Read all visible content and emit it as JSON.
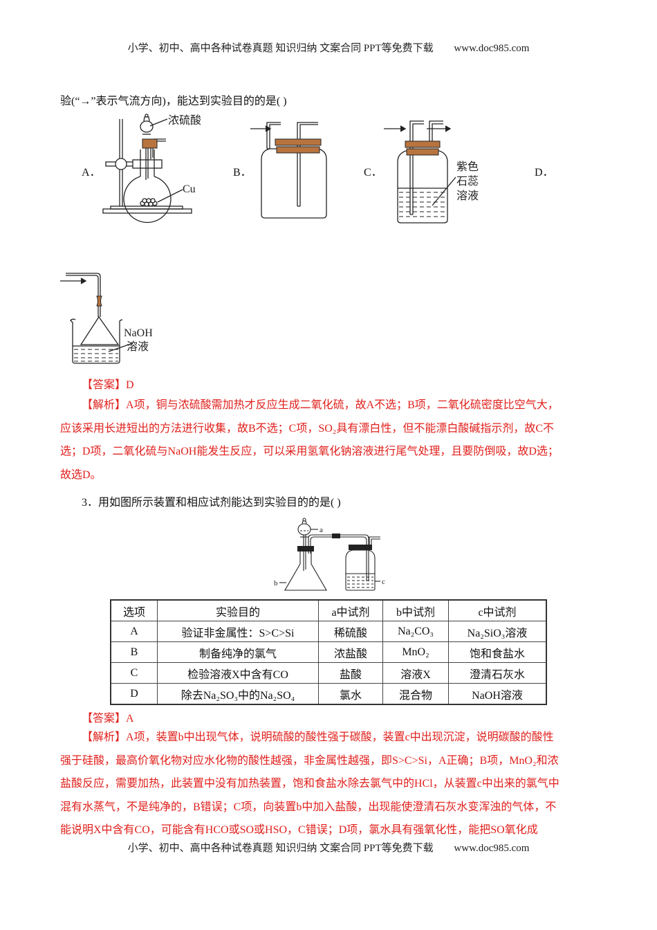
{
  "header": {
    "text": "小学、初中、高中各种试卷真题 知识归纳 文案合同 PPT等免费下载",
    "site": "www.doc985.com"
  },
  "footer": {
    "text": "小学、初中、高中各种试卷真题 知识归纳 文案合同 PPT等免费下载",
    "site": "www.doc985.com"
  },
  "q2": {
    "stem_tail": "验(“→”表示气流方向)，能达到实验目的的是(    )",
    "options": [
      {
        "label": "A．",
        "figure": "flask-with-funnel",
        "annotations": [
          "浓硫酸",
          "Cu"
        ]
      },
      {
        "label": "B．",
        "figure": "gas-bottle-short-in-long-out",
        "annotations": []
      },
      {
        "label": "C．",
        "figure": "gas-bottle-with-litmus",
        "annotations": [
          "紫色",
          "石蕊",
          "溶液"
        ]
      },
      {
        "label": "D．",
        "figure": "beaker-inverted-funnel",
        "annotations": [
          "NaOH",
          "溶液"
        ]
      }
    ],
    "answer_label": "【答案】",
    "answer": "D",
    "analysis_label": "【解析】",
    "analysis": [
      "A项，铜与浓硫酸需加热才反应生成二氧化硫，故A不选；B项，二氧化硫密度比空气大，",
      "应该采用长进短出的方法进行收集，故B不选；C项，SO₂具有漂白性，但不能漂白酸碱指示剂，故C不",
      "选；D项，二氧化硫与NaOH能发生反应，可以采用氢氧化钠溶液进行尾气处理，且要防倒吸，故D选；",
      "故选D。"
    ]
  },
  "q3": {
    "stem": "3．用如图所示装置和相应试剂能达到实验目的的是(      )",
    "figure_labels": [
      "a",
      "b",
      "c"
    ],
    "table": {
      "headers": [
        "选项",
        "实验目的",
        "a中试剂",
        "b中试剂",
        "c中试剂"
      ],
      "rows": [
        [
          "A",
          "验证非金属性：S>C>Si",
          "稀硫酸",
          "Na₂CO₃",
          "Na₂SiO₃溶液"
        ],
        [
          "B",
          "制备纯净的氯气",
          "浓盐酸",
          "MnO₂",
          "饱和食盐水"
        ],
        [
          "C",
          "检验溶液X中含有CO",
          "盐酸",
          "溶液X",
          "澄清石灰水"
        ],
        [
          "D",
          "除去Na₂SO₃中的Na₂SO₄",
          "氯水",
          "混合物",
          "NaOH溶液"
        ]
      ]
    },
    "answer_label": "【答案】",
    "answer": "A",
    "analysis_label": "【解析】",
    "analysis": [
      "A项，装置b中出现气体，说明硫酸的酸性强于碳酸，装置c中出现沉淀，说明碳酸的酸性",
      "强于硅酸，最高价氧化物对应水化物的酸性越强，非金属性越强，即S>C>Si，A正确；B项，MnO₂和浓",
      "盐酸反应，需要加热，此装置中没有加热装置，饱和食盐水除去氯气中的HCl，从装置c中出来的氯气中",
      "混有水蒸气，不是纯净的，B错误；C项，向装置b中加入盐酸，出现能使澄清石灰水变浑浊的气体，不",
      "能说明X中含有CO，可能含有HCO或SO或HSO，C错误；D项，氯水具有强氧化性，能把SO氧化成"
    ]
  },
  "colors": {
    "answer_red": "#e0201c",
    "stopper_brown": "#b8743f",
    "text": "#111111"
  }
}
